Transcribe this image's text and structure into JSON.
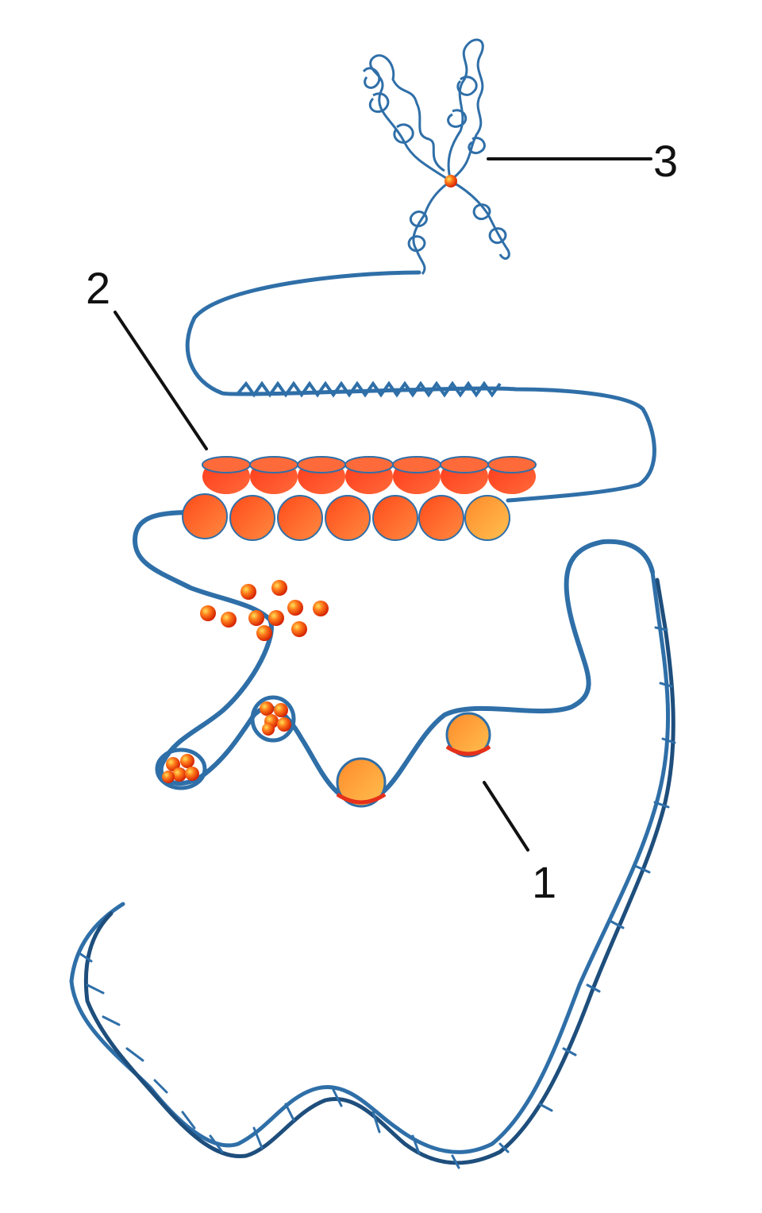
{
  "diagram": {
    "labels": [
      {
        "id": "nucleosome",
        "text": "1"
      },
      {
        "id": "solenoid-fiber",
        "text": "2"
      },
      {
        "id": "chromosome",
        "text": "3"
      }
    ],
    "colors": {
      "dna": "#2f6fa8",
      "dna_dark": "#1e4e7c",
      "histone": "#ff3a1a",
      "histone_light": "#ffa23a",
      "leader_line": "#111111",
      "background": "#ffffff"
    },
    "icons": [
      "double-helix",
      "histone-bead",
      "nucleosome-disk",
      "chromosome-x",
      "centromere"
    ]
  }
}
